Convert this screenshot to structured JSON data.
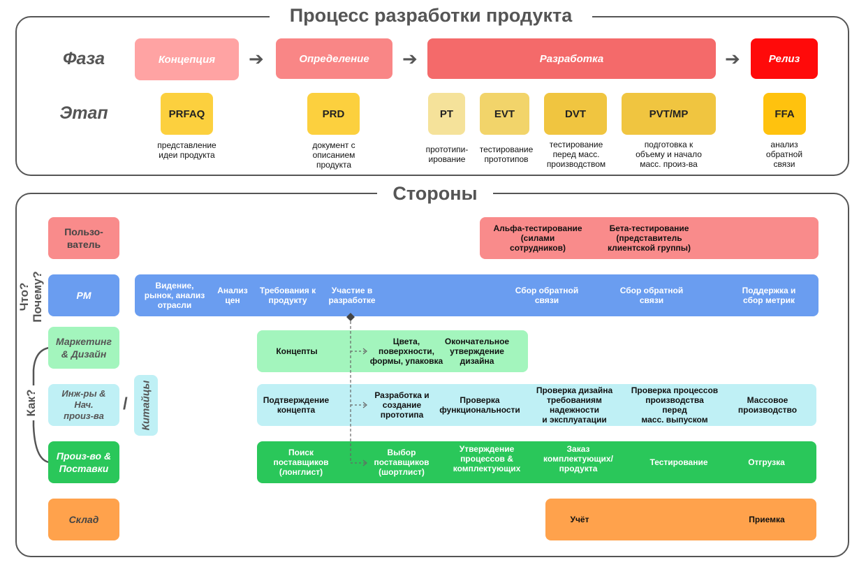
{
  "process": {
    "title": "Процесс разработки продукта",
    "phase_label": "Фаза",
    "stage_label": "Этап",
    "phases": [
      "Концепция",
      "Определение",
      "Разработка",
      "Релиз"
    ],
    "stages": [
      {
        "name": "PRFAQ",
        "caption": "представление\nидеи продукта"
      },
      {
        "name": "PRD",
        "caption": "документ с\nописанием\nпродукта"
      },
      {
        "name": "PT",
        "caption": "прототипи-\nирование"
      },
      {
        "name": "EVT",
        "caption": "тестирование\nпрототипов"
      },
      {
        "name": "DVT",
        "caption": "тестирование\nперед масс.\nпроизводством"
      },
      {
        "name": "PVT/MP",
        "caption": "подготовка к\nобъему и начало\nмасс. произ-ва"
      },
      {
        "name": "FFA",
        "caption": "анализ\nобратной\nсвязи"
      }
    ]
  },
  "sides": {
    "title": "Стороны",
    "what_why": "Что?\nПочему?",
    "how": "Как?",
    "slash": "/",
    "chinese": "Китайцы",
    "parties": {
      "user": "Пользо-\nватель",
      "pm": "PM",
      "marketing": "Маркетинг\n& Дизайн",
      "engineers": "Инж-ры &\nНач.\nпроиз-ва",
      "production": "Произ-во &\nПоставки",
      "warehouse": "Склад"
    },
    "user_tasks": [
      "Альфа-тестирование\n(силами\nсотрудников)",
      "Бета-тестирование\n(представитель\nклиентской группы)"
    ],
    "pm_tasks": [
      "Видение,\nрынок, анализ\nотрасли",
      "Анализ\nцен",
      "Требования к\nпродукту",
      "Участие в\nразработке",
      "Сбор обратной\nсвязи",
      "Сбор обратной\nсвязи",
      "Поддержка и\nсбор метрик"
    ],
    "marketing_tasks": [
      "Концепты",
      "Цвета,\nповерхности,\nформы, упаковка",
      "Окончательное\nутверждение\nдизайна"
    ],
    "engineering_tasks": [
      "Подтверждение\nконцепта",
      "Разработка и\nсоздание\nпрототипа",
      "Проверка\nфункциональности",
      "Проверка дизайна\nтребованиям\nнадежности\nи эксплуатации",
      "Проверка процессов\nпроизводства\nперед\nмасс. выпуском",
      "Массовое\nпроизводство"
    ],
    "production_tasks": [
      "Поиск\nпоставщиков\n(лонглист)",
      "Выбор\nпоставщиков\n(шортлист)",
      "Утверждение\nпроцессов &\nкомплектующих",
      "Заказ\nкомплектующих/\nпродукта",
      "Тестирование",
      "Отгрузка"
    ],
    "warehouse_tasks": [
      "Учёт",
      "Приемка"
    ]
  },
  "colors": {
    "concept": "#ffa3a3",
    "definition": "#f98686",
    "development": "#f46a6a",
    "release": "#ff0a0a",
    "prfaq": "#fcd03e",
    "pt": "#f5e29a",
    "evt": "#f2d46a",
    "dvt": "#f0c540",
    "ffa": "#ffc20e",
    "user": "#f98b8b",
    "pm": "#6a9df0",
    "marketing": "#a3f5bd",
    "engineers": "#bff0f5",
    "production": "#2ac75a",
    "warehouse": "#ffa24c"
  }
}
